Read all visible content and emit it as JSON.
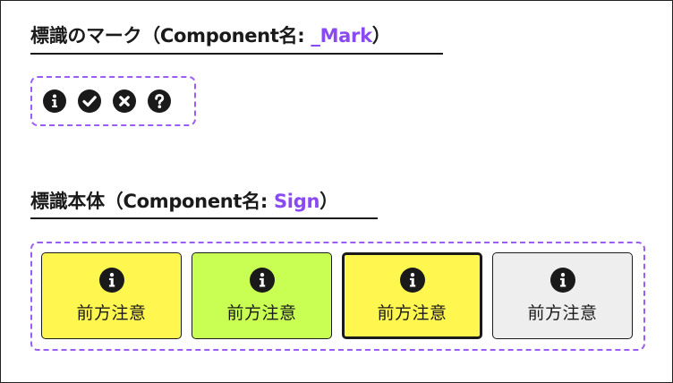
{
  "section1": {
    "title_prefix": "標識のマーク（Component名: ",
    "title_accent": "_Mark",
    "title_suffix": "）"
  },
  "marks": [
    {
      "icon": "info-icon"
    },
    {
      "icon": "check-icon"
    },
    {
      "icon": "close-icon"
    },
    {
      "icon": "question-icon"
    }
  ],
  "section2": {
    "title_prefix": "標識本体（Component名: ",
    "title_accent": "Sign",
    "title_suffix": "）"
  },
  "signs": [
    {
      "label": "前方注意",
      "bg": "#fff64f",
      "icon": "info-icon",
      "border": "thin"
    },
    {
      "label": "前方注意",
      "bg": "#c8ff52",
      "icon": "info-icon",
      "border": "thin"
    },
    {
      "label": "前方注意",
      "bg": "#fff64f",
      "icon": "info-icon",
      "border": "thick"
    },
    {
      "label": "前方注意",
      "bg": "#eeeeee",
      "icon": "info-icon",
      "border": "thin"
    }
  ],
  "colors": {
    "accent": "#8a4af3",
    "dashed_border": "#9a5df5",
    "icon": "#1a1a1a"
  }
}
